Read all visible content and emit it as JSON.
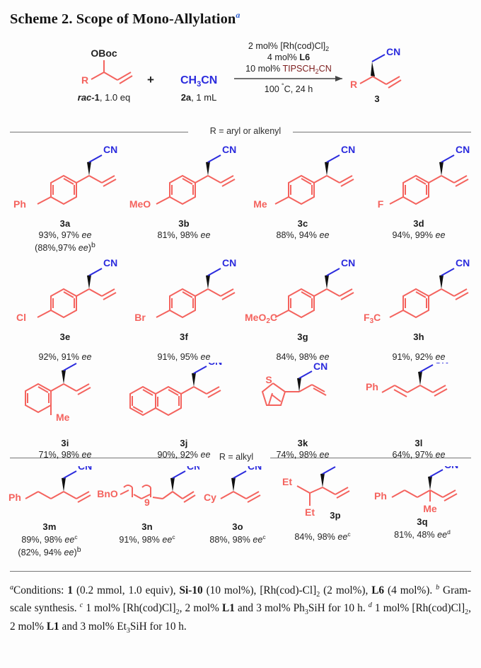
{
  "title": {
    "text": "Scheme 2. Scope of Mono-Allylation",
    "footnote_marker": "a"
  },
  "scheme": {
    "substrate": {
      "r_label": "R",
      "oboc_label": "OBoc",
      "caption_italic": "rac-",
      "caption_bold": "1",
      "caption_rest": ", 1.0 eq"
    },
    "plus": "+",
    "reagent": {
      "formula_pre": "CH",
      "formula_sub": "3",
      "formula_post": "CN",
      "caption_bold": "2a",
      "caption_rest": ", 1 mL",
      "color": "#2b2bdd"
    },
    "conditions": {
      "line1_pre": "2 mol% [Rh(cod)Cl]",
      "line1_sub": "2",
      "line2_pre": "4 mol% ",
      "line2_bold": "L6",
      "line3_pre": "10 mol% ",
      "line3_red_pre": "TIPSCH",
      "line3_red_sub": "2",
      "line3_red_post": "CN",
      "line3_red_color": "#7d1e1e",
      "below_pre": "100 ",
      "below_deg": "˚",
      "below_post": "C, 24 h"
    },
    "product": {
      "r_label": "R",
      "cn_label": "CN",
      "caption": "3"
    }
  },
  "sections": [
    {
      "label": "R = aryl or alkenyl"
    },
    {
      "label": "R = alkyl"
    }
  ],
  "products": [
    {
      "id": "3a",
      "substituent": "Ph",
      "core": "phenyl-para",
      "yield": "93%, 97% ",
      "ee": "ee",
      "sup": "",
      "yield2_pre": "(88%,97% ",
      "yield2_ee": "ee",
      "yield2_post": ")",
      "yield2_sup": "b"
    },
    {
      "id": "3b",
      "substituent": "MeO",
      "core": "phenyl-para",
      "yield": "81%, 98% ",
      "ee": "ee",
      "sup": ""
    },
    {
      "id": "3c",
      "substituent": "Me",
      "core": "phenyl-para",
      "yield": "88%, 94% ",
      "ee": "ee",
      "sup": ""
    },
    {
      "id": "3d",
      "substituent": "F",
      "core": "phenyl-para",
      "yield": "94%, 99% ",
      "ee": "ee",
      "sup": ""
    },
    {
      "id": "3e",
      "substituent": "Cl",
      "core": "phenyl-para",
      "yield": "92%, 91% ",
      "ee": "ee",
      "sup": ""
    },
    {
      "id": "3f",
      "substituent": "Br",
      "core": "phenyl-para",
      "yield": "91%, 95% ",
      "ee": "ee",
      "sup": ""
    },
    {
      "id": "3g",
      "substituent": "MeO2C",
      "core": "phenyl-para",
      "yield": "84%, 98% ",
      "ee": "ee",
      "sup": ""
    },
    {
      "id": "3h",
      "substituent": "F3C",
      "core": "phenyl-para",
      "yield": "91%, 92% ",
      "ee": "ee",
      "sup": ""
    },
    {
      "id": "3i",
      "substituent": "Me",
      "core": "phenyl-ortho",
      "yield": "71%, 98% ",
      "ee": "ee",
      "sup": ""
    },
    {
      "id": "3j",
      "substituent": "",
      "core": "naphthyl",
      "yield": "90%, 92% ",
      "ee": "ee",
      "sup": ""
    },
    {
      "id": "3k",
      "substituent": "S",
      "core": "thienyl",
      "yield": "74%, 98% ",
      "ee": "ee",
      "sup": ""
    },
    {
      "id": "3l",
      "substituent": "Ph",
      "core": "styryl",
      "yield": "64%, 97% ",
      "ee": "ee",
      "sup": ""
    },
    {
      "id": "3m",
      "substituent": "Ph",
      "core": "phenethyl",
      "yield": "89%, 98% ",
      "ee": "ee",
      "sup": "c",
      "yield2_pre": "(82%, 94% ",
      "yield2_ee": "ee",
      "yield2_post": ")",
      "yield2_sup": "b"
    },
    {
      "id": "3n",
      "substituent": "BnO",
      "core": "bnochain",
      "chain_n": "9",
      "yield": "91%, 98% ",
      "ee": "ee",
      "sup": "c"
    },
    {
      "id": "3o",
      "substituent": "Cy",
      "core": "simple-r",
      "yield": "88%, 98% ",
      "ee": "ee",
      "sup": "c"
    },
    {
      "id": "3p",
      "substituent": "Et",
      "substituent2": "Et",
      "core": "diethyl",
      "yield": "84%, 98% ",
      "ee": "ee",
      "sup": "c"
    },
    {
      "id": "3q",
      "substituent": "Ph",
      "substituent2": "Me",
      "core": "quaternary",
      "yield": "81%, 48% ",
      "ee": "ee",
      "sup": "d"
    }
  ],
  "footnote": {
    "a_marker": "a",
    "seg1": "Conditions: ",
    "b1": "1",
    "seg2": " (0.2 mmol, 1.0 equiv), ",
    "b2": "Si-10",
    "seg3": " (10 mol%), [Rh(cod)-Cl]",
    "sub1": "2",
    "seg4": " (2 mol%), ",
    "b3": "L6",
    "seg5": " (4 mol%). ",
    "b_marker": "b",
    "seg6": " Gram-scale synthesis. ",
    "c_marker": "c",
    "seg7": " 1 mol% [Rh(cod)Cl]",
    "sub2": "2",
    "seg8": ", 2 mol% ",
    "b4": "L1",
    "seg9": " and 3 mol% Ph",
    "sub3": "3",
    "seg10": "SiH for 10 h. ",
    "d_marker": "d",
    "seg11": " 1 mol% [Rh(cod)Cl]",
    "sub4": "2",
    "seg12": ", 2 mol% ",
    "b5": "L1",
    "seg13": " and 3 mol% Et",
    "sub5": "3",
    "seg14": "SiH for 10 h."
  },
  "colors": {
    "red": "#f4635e",
    "blue": "#2b2bdd",
    "dark_red": "#7d1e1e",
    "rule": "#777777"
  }
}
